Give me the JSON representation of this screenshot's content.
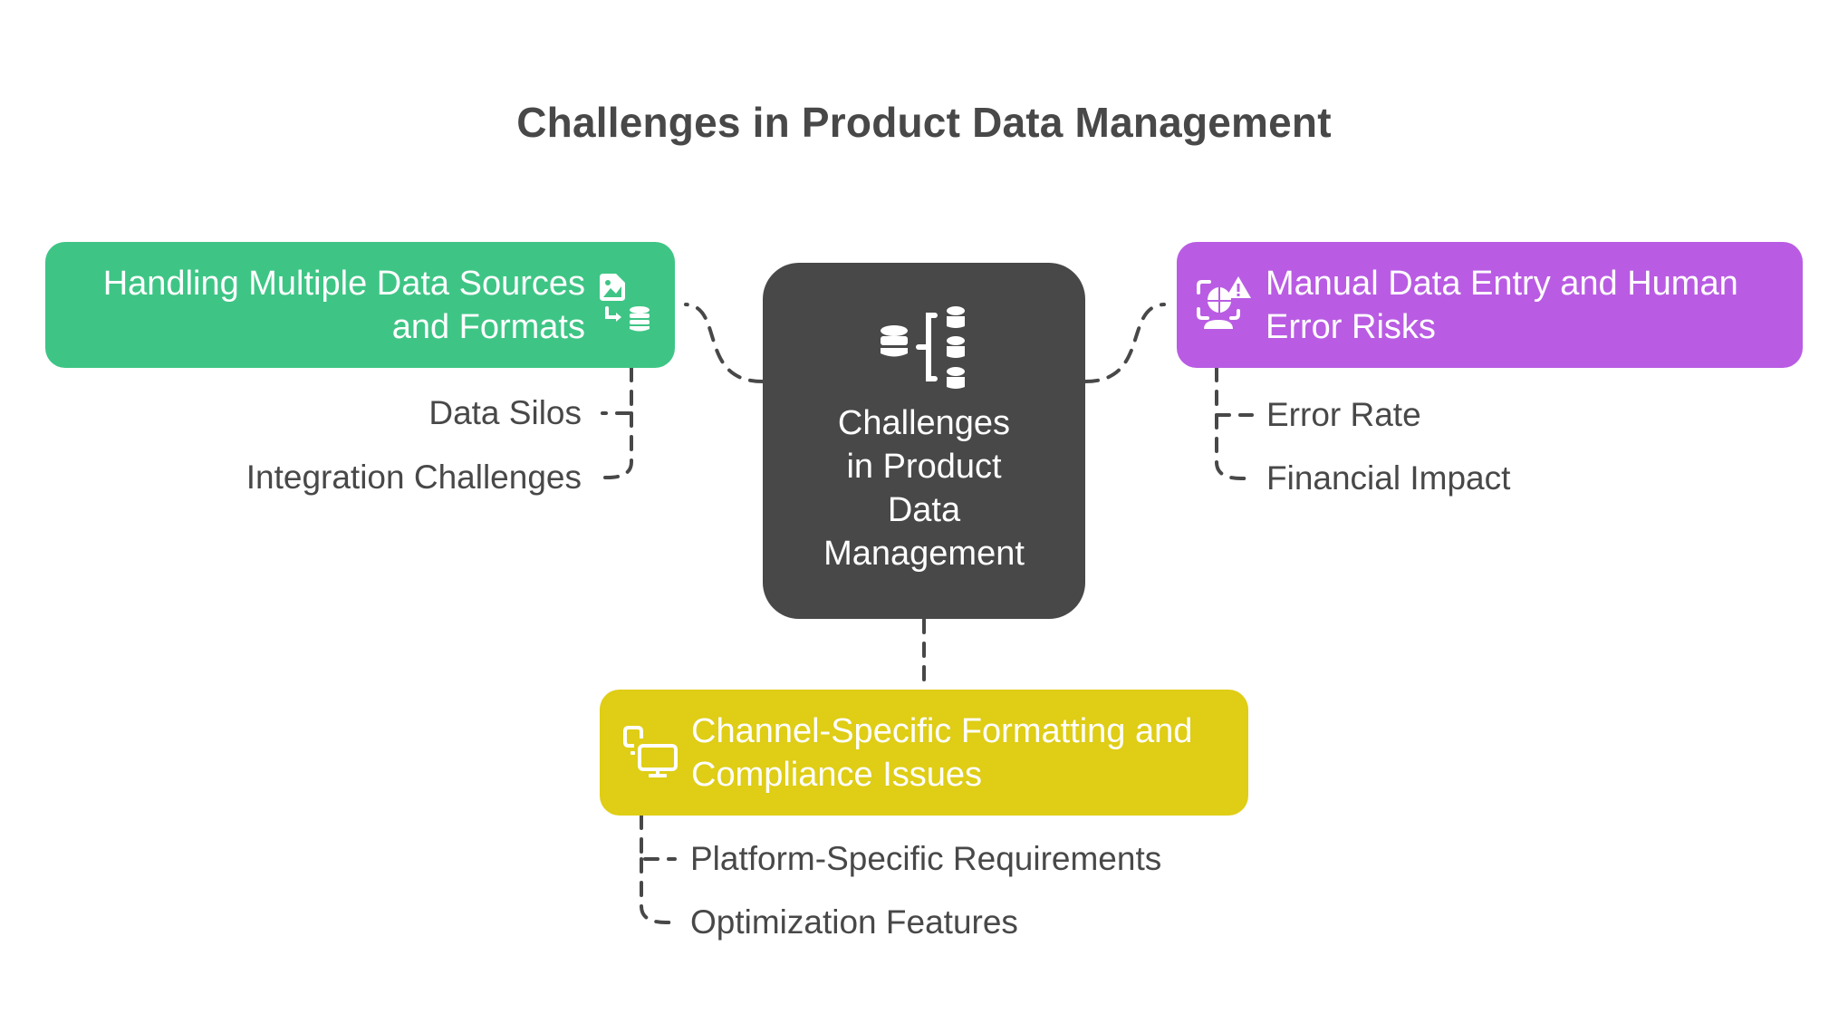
{
  "title": "Challenges in Product Data Management",
  "center": {
    "label": "Challenges in Product Data Management",
    "lines": [
      "Challenges",
      "in Product",
      "Data",
      "Management"
    ],
    "icon": "database-distribution-icon",
    "color": "#484848"
  },
  "branches": [
    {
      "id": "data-sources",
      "lines": [
        "Handling Multiple Data Sources",
        "and Formats"
      ],
      "icon": "file-image-to-database-icon",
      "color": "#3EC585",
      "items": [
        "Data Silos",
        "Integration Challenges"
      ]
    },
    {
      "id": "manual-entry",
      "lines": [
        "Manual Data Entry and Human",
        "Error Risks"
      ],
      "icon": "user-warning-icon",
      "color": "#B95CE3",
      "items": [
        "Error Rate",
        "Financial Impact"
      ]
    },
    {
      "id": "channel-formatting",
      "lines": [
        "Channel-Specific Formatting and",
        "Compliance Issues"
      ],
      "icon": "multiple-monitors-icon",
      "color": "#DFCD16",
      "items": [
        "Platform-Specific Requirements",
        "Optimization Features"
      ]
    }
  ],
  "connector_color": "#484848"
}
